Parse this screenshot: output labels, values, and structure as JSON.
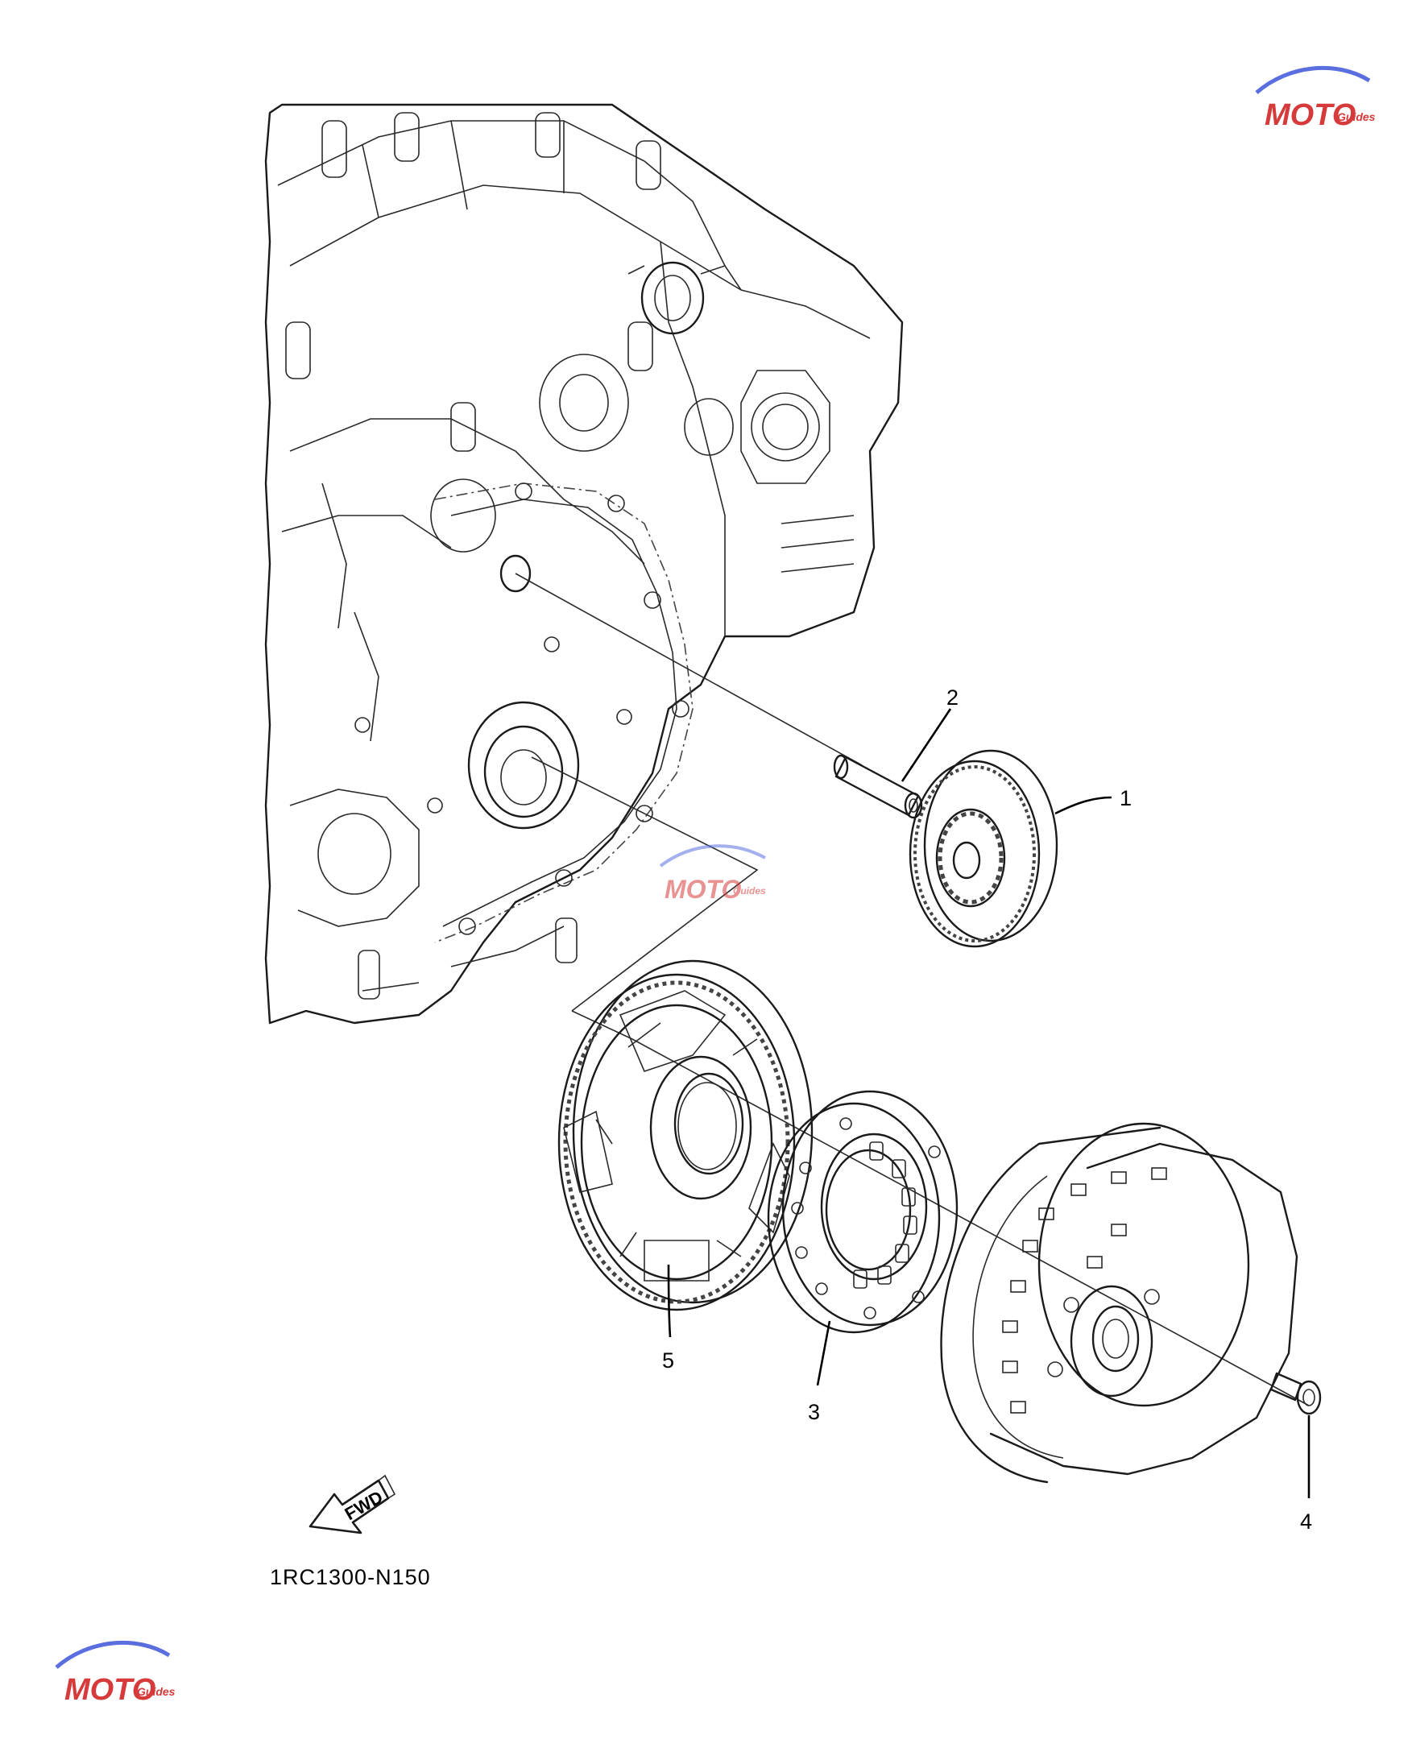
{
  "callouts": [
    {
      "id": "1",
      "label": "1"
    },
    {
      "id": "2",
      "label": "2"
    },
    {
      "id": "3",
      "label": "3"
    },
    {
      "id": "4",
      "label": "4"
    },
    {
      "id": "5",
      "label": "5"
    }
  ],
  "diagram_code": "1RC1300-N150",
  "fwd_label": "FWD",
  "watermark": {
    "text": "MOTO",
    "subtext": "Guides",
    "accent_color": "#d63a3a",
    "arc_color": "#5a6ee0"
  },
  "colors": {
    "line": "#1a1a1a",
    "background": "#ffffff"
  }
}
